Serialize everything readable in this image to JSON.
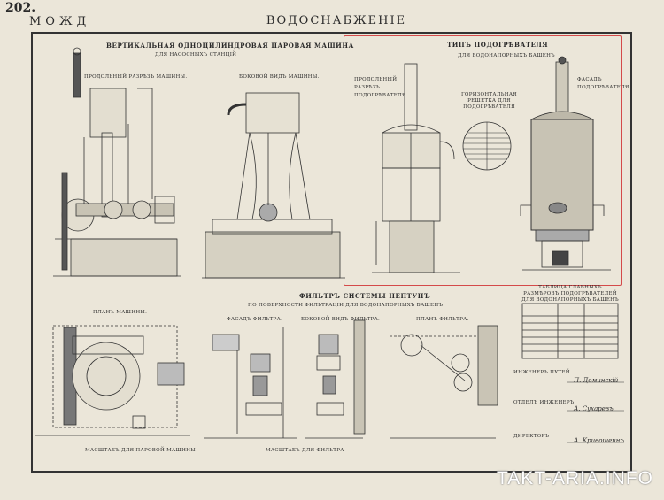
{
  "header": {
    "page_number": "202.",
    "left_title": "МОЖД",
    "center_title": "ВОДОСНАБЖЕНІЕ"
  },
  "engine": {
    "title": "ВЕРТИКАЛЬНАЯ ОДНОЦИЛИНДРОВАЯ ПАРОВАЯ МАШИНА",
    "subtitle": "ДЛЯ НАСОСНЫХЪ СТАНЦІЙ",
    "section_label": "ПРОДОЛЬНЫЙ РАЗРѢЗЪ МАШИНЫ.",
    "side_label": "БОКОВОЙ ВИДЪ МАШИНЫ.",
    "plan_label": "ПЛАНЪ МАШИНЫ.",
    "scale_label": "МАСШТАБЪ ДЛЯ ПАРОВОЙ МАШИНЫ"
  },
  "heater": {
    "title": "ТИПЪ ПОДОГРѢВАТЕЛЯ",
    "subtitle": "ДЛЯ ВОДОНАПОРНЫХЪ БАШЕНЪ",
    "section_label": "ПРОДОЛЬНЫЙ РАЗРѢЗЪ ПОДОГРѢВАТЕЛЯ.",
    "grate_label": "ГОРИЗОНТАЛЬНАЯ РЕШЕТКА ДЛЯ ПОДОГРѢВАТЕЛЯ",
    "facade_label": "ФАСАДЪ ПОДОГРѢВАТЕЛЯ."
  },
  "filter": {
    "title": "ФИЛЬТРЪ СИСТЕМЫ НЕПТУНЪ",
    "subtitle": "ПО ПОВЕРХНОСТИ ФИЛЬТРАЦІИ ДЛЯ ВОДОНАПОРНЫХЪ БАШЕНЪ",
    "facade_label": "ФАСАДЪ ФИЛЬТРА.",
    "side_label": "БОКОВОЙ ВИДЪ ФИЛЬТРА.",
    "plan_label": "ПЛАНЪ ФИЛЬТРА.",
    "scale_label": "МАСШТАБЪ ДЛЯ ФИЛЬТРА"
  },
  "table": {
    "title": "ТАБЛИЦА ГЛАВНЫХЪ РАЗМѢРОВЪ ПОДОГРѢВАТЕЛЕЙ ДЛЯ ВОДОНАПОРНЫХЪ БАШЕНЪ"
  },
  "signatures": [
    {
      "role": "ИНЖЕНЕРЪ ПУТЕЙ",
      "name": "П. Доминскій"
    },
    {
      "role": "ОТДЕЛЪ ИНЖЕНЕРЪ",
      "name": "А. Сухаревъ"
    },
    {
      "role": "ДИРЕКТОРЪ",
      "name": "А. Кривошеинъ"
    }
  ],
  "watermark": "TAKT-ARIA.INFO"
}
